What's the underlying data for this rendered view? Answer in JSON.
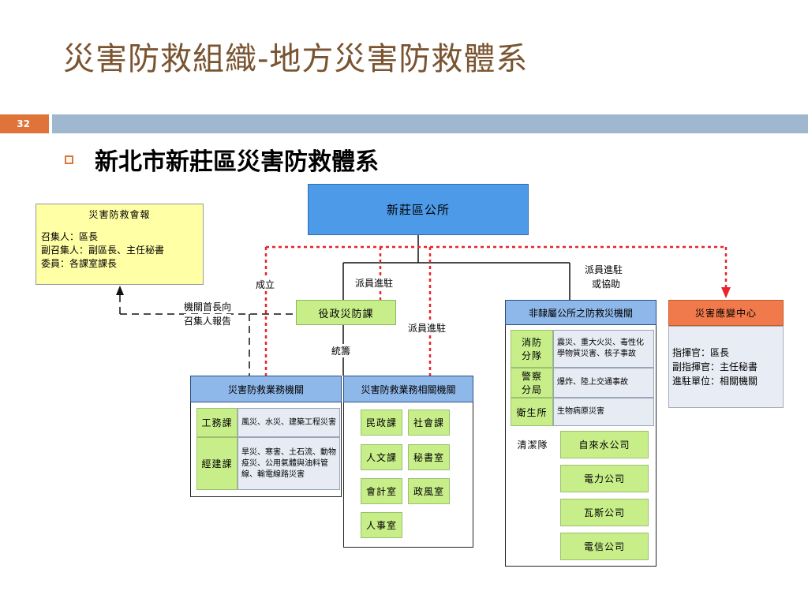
{
  "slide": {
    "title": "災害防救組織-地方災害防救體系",
    "page_number": "32",
    "subtitle": "新北市新莊區災害防救體系"
  },
  "meeting": {
    "title": "災害防救會報",
    "convener": "召集人：區長",
    "deputy": "副召集人：副區長、主任秘書",
    "members": "委員：各課室課長"
  },
  "office": "新莊區公所",
  "civil_section": "役政災防課",
  "labels": {
    "established": "成立",
    "dispatch_left": "派員進駐",
    "dispatch_mid": "派員進駐",
    "dispatch_right_1": "派員進駐",
    "dispatch_right_2": "或協助",
    "report_1": "機關首長向",
    "report_2": "召集人報告",
    "coordinate": "統籌"
  },
  "business_agencies": {
    "header": "災害防救業務機關",
    "rows": [
      {
        "unit": "工務課",
        "desc": "風災、水災、建築工程災害"
      },
      {
        "unit": "經建課",
        "desc": "旱災、寒害、土石流、動物疫災、公用氣體與油料管線、輸電線路災害"
      }
    ]
  },
  "related_agencies": {
    "header": "災害防救業務相關機關",
    "units": [
      "民政課",
      "社會課",
      "人文課",
      "秘書室",
      "會計室",
      "政風室",
      "人事室"
    ]
  },
  "non_affiliated": {
    "header": "非隸屬公所之防救災機關",
    "rows": [
      {
        "unit": "消防分隊",
        "desc": "震災、重大火災、毒性化學物質災害、核子事故"
      },
      {
        "unit": "警察分局",
        "desc": "爆炸、陸上交通事故"
      },
      {
        "unit": "衛生所",
        "desc": "生物病原災害"
      }
    ],
    "cleaning": "清潔隊",
    "utilities": [
      "自來水公司",
      "電力公司",
      "瓦斯公司",
      "電信公司"
    ]
  },
  "emergency_center": {
    "header": "災害應變中心",
    "commander": "指揮官：區長",
    "deputy": "副指揮官：主任秘書",
    "stationed": "進駐單位：相關機關"
  },
  "colors": {
    "title": "#7a5430",
    "accent": "#e0733a",
    "header_bar": "#9fb8d0",
    "office_blue": "#4d9ae8",
    "green": "#c8ee8a",
    "yellow": "#ffffa6",
    "header_blue": "#8fb8ea",
    "red_dotted": "#e8232b",
    "emergency": "#f07a4b"
  }
}
